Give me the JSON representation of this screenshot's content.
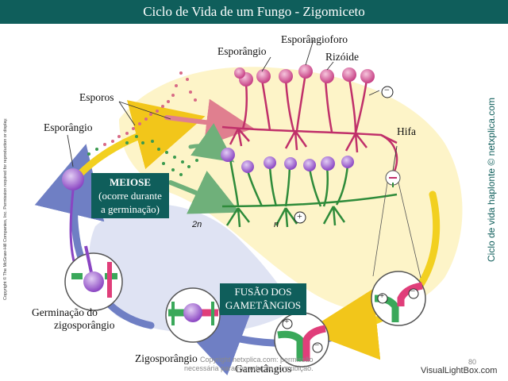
{
  "header": {
    "title": "Ciclo de Vida de um Fungo - Zigomiceto"
  },
  "labels": {
    "esporangioforo": "Esporângioforo",
    "esporangio_top": "Esporângio",
    "rizoide": "Rizóide",
    "esporos": "Esporos",
    "esporangio_left": "Esporângio",
    "hifa": "Hifa",
    "two_n": "2n",
    "n": "n",
    "germinacao": "Germinação do",
    "zigosporangio_line2": "zigosporângio",
    "zigosporangio": "Zigosporângio",
    "gametangios": "Gametângios"
  },
  "boxes": {
    "meiose_title": "MEIOSE",
    "meiose_line1": "(ocorre durante",
    "meiose_line2": "a germinação)",
    "fusao_line1": "FUSÃO DOS",
    "fusao_line2": "GAMETÂNGIOS"
  },
  "symbols": {
    "minus": "−",
    "plus": "+"
  },
  "side_text": {
    "right": "Ciclo de vida haplonte © netxplica.com",
    "left": "Copyright © The McGraw-Hill Companies, Inc. Permission required for reproduction or display."
  },
  "footer": {
    "watermark_line1": "Copyright netxplica.com: permissão",
    "watermark_line2": "necessária para reprodução ou exibição.",
    "page_number": "80",
    "site": "VisualLightBox.com"
  },
  "colors": {
    "header": "#0f5e5b",
    "box": "#0f5e5b",
    "haploid_bg": "#fdf4c8",
    "diploid_bg": "#d9dff2",
    "pink": "#c0306a",
    "green": "#2e8b3a",
    "arrow_blue": "#6f7fc4",
    "arrow_yellow": "#f2d020"
  }
}
